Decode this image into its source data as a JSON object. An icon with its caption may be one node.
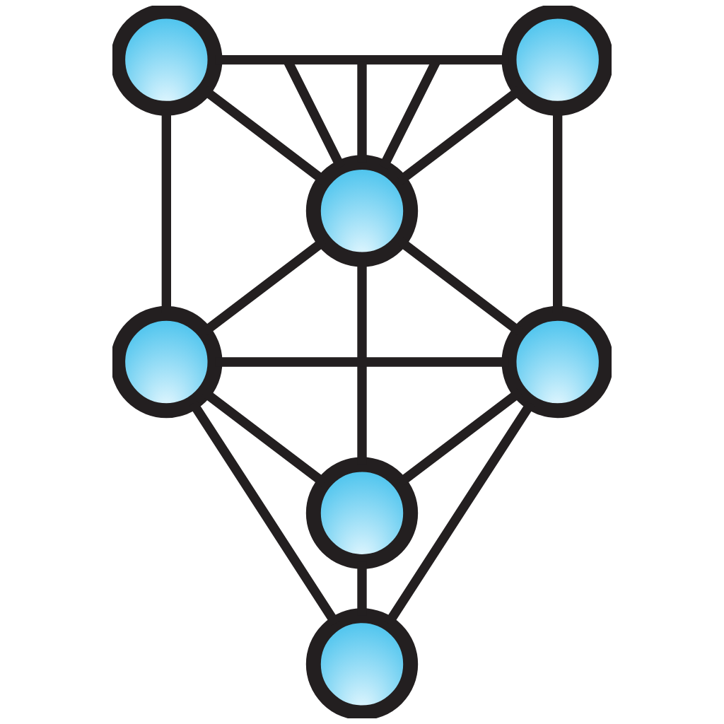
{
  "diagram": {
    "nodes": [
      {
        "text": [],
        "shape": "circle"
      },
      {
        "text": [],
        "shape": "circle"
      },
      {
        "text": [],
        "shape": "circle"
      },
      {
        "text": [],
        "shape": "circle"
      },
      {
        "text": [],
        "shape": "circle"
      },
      {
        "text": [],
        "shape": "circle"
      },
      {
        "text": [],
        "shape": "circle"
      }
    ],
    "edges": [
      {
        "from": 0,
        "to": 1,
        "arrow": "none"
      },
      {
        "from": 0,
        "to": 2,
        "arrow": "none"
      },
      {
        "from": 1,
        "to": 2,
        "arrow": "none"
      },
      {
        "from": null,
        "to": 2,
        "arrow": "none"
      },
      {
        "from": null,
        "to": 2,
        "arrow": "none"
      },
      {
        "from": null,
        "to": 2,
        "arrow": "none"
      },
      {
        "from": 0,
        "to": 3,
        "arrow": "none"
      },
      {
        "from": 1,
        "to": 4,
        "arrow": "none"
      },
      {
        "from": 2,
        "to": 3,
        "arrow": "none"
      },
      {
        "from": 2,
        "to": 4,
        "arrow": "none"
      },
      {
        "from": 2,
        "to": 5,
        "arrow": "none"
      },
      {
        "from": 3,
        "to": 4,
        "arrow": "none"
      },
      {
        "from": 3,
        "to": 5,
        "arrow": "none"
      },
      {
        "from": 4,
        "to": 5,
        "arrow": "none"
      },
      {
        "from": 3,
        "to": 6,
        "arrow": "none"
      },
      {
        "from": 4,
        "to": 6,
        "arrow": "none"
      },
      {
        "from": 5,
        "to": 6,
        "arrow": "none"
      }
    ]
  }
}
